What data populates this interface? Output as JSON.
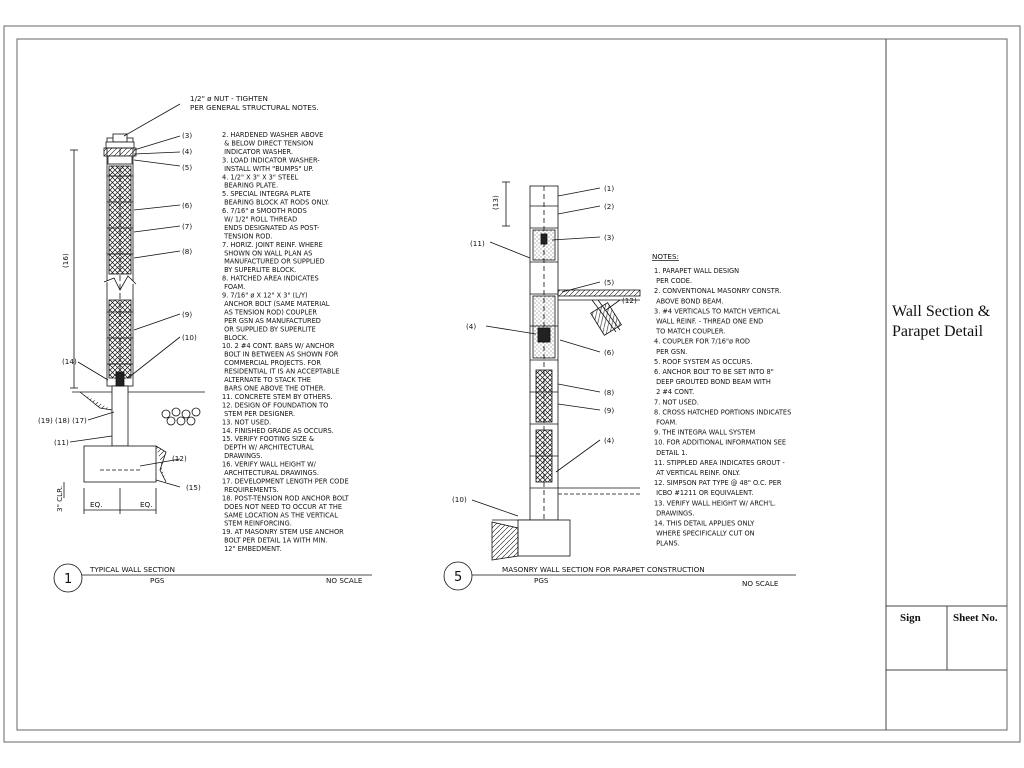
{
  "title_block": {
    "title_line1": "Wall Section &",
    "title_line2": "Parapet Detail",
    "sign_label": "Sign",
    "sheet_no_label": "Sheet No."
  },
  "detail1": {
    "number": "1",
    "title": "TYPICAL WALL SECTION",
    "sub": "PGS",
    "scale": "NO SCALE",
    "top_callout_1": "1/2\" ø NUT - TIGHTEN",
    "top_callout_2": "PER GENERAL STRUCTURAL NOTES.",
    "dim_16": "(16)",
    "clr": "3\" CLR.",
    "eq1": "EQ.",
    "eq2": "EQ.",
    "callouts": [
      "(3)",
      "(4)",
      "(5)",
      "(6)",
      "(7)",
      "(8)",
      "(9)",
      "(10)",
      "(14)",
      "(19) (18) (17)",
      "(11)",
      "(12)",
      "(15)"
    ],
    "notes": [
      "2.  HARDENED WASHER ABOVE",
      "     & BELOW DIRECT TENSION",
      "     INDICATOR WASHER.",
      "3.  LOAD INDICATOR WASHER-",
      "     INSTALL WITH \"BUMPS\" UP.",
      "4.  1/2\" X 3\" X 3\" STEEL",
      "     BEARING PLATE.",
      "5.  SPECIAL INTEGRA PLATE",
      "     BEARING BLOCK AT RODS ONLY.",
      "6.  7/16\" ø SMOOTH RODS",
      "     W/ 1/2\" ROLL THREAD",
      "     ENDS DESIGNATED AS POST-",
      "     TENSION ROD.",
      "7.  HORIZ. JOINT REINF. WHERE",
      "     SHOWN ON WALL PLAN AS",
      "     MANUFACTURED OR SUPPLIED",
      "     BY SUPERLITE BLOCK.",
      "8.  HATCHED AREA INDICATES",
      "     FOAM.",
      "9.  7/16\" ø X 12\" X 3\" (L/Y)",
      "     ANCHOR BOLT (SAME MATERIAL",
      "     AS TENSION ROD) COUPLER",
      "     PER GSN AS MANUFACTURED",
      "     OR SUPPLIED BY SUPERLITE",
      "     BLOCK.",
      "10. 2 #4 CONT. BARS W/ ANCHOR",
      "     BOLT IN BETWEEN AS SHOWN FOR",
      "     COMMERCIAL PROJECTS. FOR",
      "     RESIDENTIAL IT IS AN ACCEPTABLE",
      "     ALTERNATE TO STACK THE",
      "     BARS ONE ABOVE THE OTHER.",
      "11. CONCRETE STEM BY OTHERS.",
      "12. DESIGN OF FOUNDATION TO",
      "     STEM PER DESIGNER.",
      "13. NOT USED.",
      "14. FINISHED GRADE AS OCCURS.",
      "15. VERIFY FOOTING SIZE &",
      "     DEPTH W/ ARCHITECTURAL",
      "     DRAWINGS.",
      "16. VERIFY WALL HEIGHT W/",
      "     ARCHITECTURAL DRAWINGS.",
      "17. DEVELOPMENT LENGTH PER CODE",
      "     REQUIREMENTS.",
      "18. POST-TENSION ROD ANCHOR BOLT",
      "     DOES NOT NEED TO OCCUR AT THE",
      "     SAME LOCATION AS THE VERTICAL",
      "     STEM REINFORCING.",
      "19. AT MASONRY STEM USE ANCHOR",
      "     BOLT PER DETAIL 1A WITH MIN.",
      "     12\" EMBEDMENT."
    ]
  },
  "detail5": {
    "number": "5",
    "title": "MASONRY WALL SECTION FOR PARAPET CONSTRUCTION",
    "sub": "PGS",
    "scale": "NO SCALE",
    "dim_13": "(13)",
    "callouts": [
      "(1)",
      "(2)",
      "(3)",
      "(11)",
      "(5)",
      "(12)",
      "(4)",
      "(6)",
      "(8)",
      "(9)",
      "(4)",
      "(10)"
    ],
    "notes_heading": "NOTES:",
    "notes": [
      "1.   PARAPET WALL DESIGN",
      "      PER CODE.",
      "2.   CONVENTIONAL MASONRY CONSTR.",
      "      ABOVE BOND BEAM.",
      "3.   #4 VERTICALS TO MATCH VERTICAL",
      "      WALL REINF. - THREAD ONE END",
      "      TO MATCH COUPLER.",
      "4.   COUPLER FOR 7/16\"ø ROD",
      "      PER GSN.",
      "5.   ROOF SYSTEM AS OCCURS.",
      "6.   ANCHOR BOLT TO BE SET INTO 8\"",
      "      DEEP GROUTED BOND BEAM WITH",
      "      2 #4 CONT.",
      "7.   NOT USED.",
      "8.   CROSS HATCHED PORTIONS INDICATES",
      "      FOAM.",
      "9.   THE INTEGRA WALL SYSTEM",
      "10.  FOR ADDITIONAL INFORMATION SEE",
      "      DETAIL 1.",
      "11.  STIPPLED AREA INDICATES GROUT -",
      "      AT VERTICAL REINF. ONLY.",
      "12.  SIMPSON PAT TYPE @ 48\" O.C. PER",
      "      ICBO #1211 OR EQUIVALENT.",
      "13.  VERIFY WALL HEIGHT W/ ARCH'L.",
      "      DRAWINGS.",
      "14.  THIS DETAIL APPLIES ONLY",
      "      WHERE SPECIFICALLY CUT ON",
      "      PLANS."
    ]
  }
}
